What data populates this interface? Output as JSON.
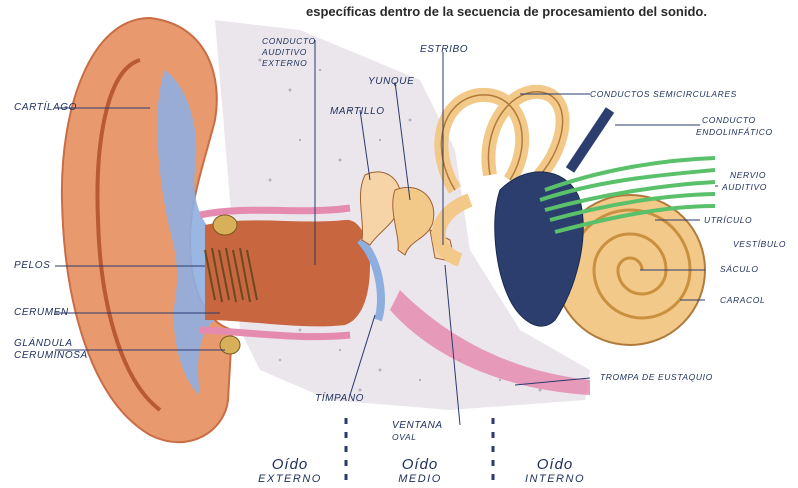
{
  "caption": "específicas dentro de la secuencia de procesamiento del sonido.",
  "labels": {
    "cartilago": "Cartílago",
    "pelos": "Pelos",
    "cerumen": "Cerumen",
    "glandula_l1": "Glándula",
    "glandula_l2": "ceruminosa",
    "conducto_l1": "Conducto",
    "conducto_l2": "auditivo",
    "conducto_l3": "externo",
    "estribo": "Estribo",
    "yunque": "Yunque",
    "martillo": "Martillo",
    "timpano": "Tímpano",
    "ventana_l1": "Ventana",
    "ventana_l2": "oval",
    "semicirculares": "Conductos semicirculares",
    "endolinfatico_l1": "Conducto",
    "endolinfatico_l2": "endolinfático",
    "nervio_l1": "Nervio",
    "nervio_l2": "auditivo",
    "utriculo": "Utrículo",
    "vestibulo": "Vestíbulo",
    "saculo": "Sáculo",
    "caracol": "Caracol",
    "trompa": "Trompa de Eustaquio"
  },
  "regions": {
    "externo_l1": "Oído",
    "externo_l2": "externo",
    "medio_l1": "Oído",
    "medio_l2": "medio",
    "interno_l1": "Oído",
    "interno_l2": "interno"
  },
  "colors": {
    "skin": "#e89a6e",
    "canal_pink": "#e58bb0",
    "bone": "#e8e3ea",
    "blue": "#8faee0",
    "cochlea": "#f3c98a",
    "nerve": "#5bc06a",
    "leader": "#2a3a6e"
  }
}
